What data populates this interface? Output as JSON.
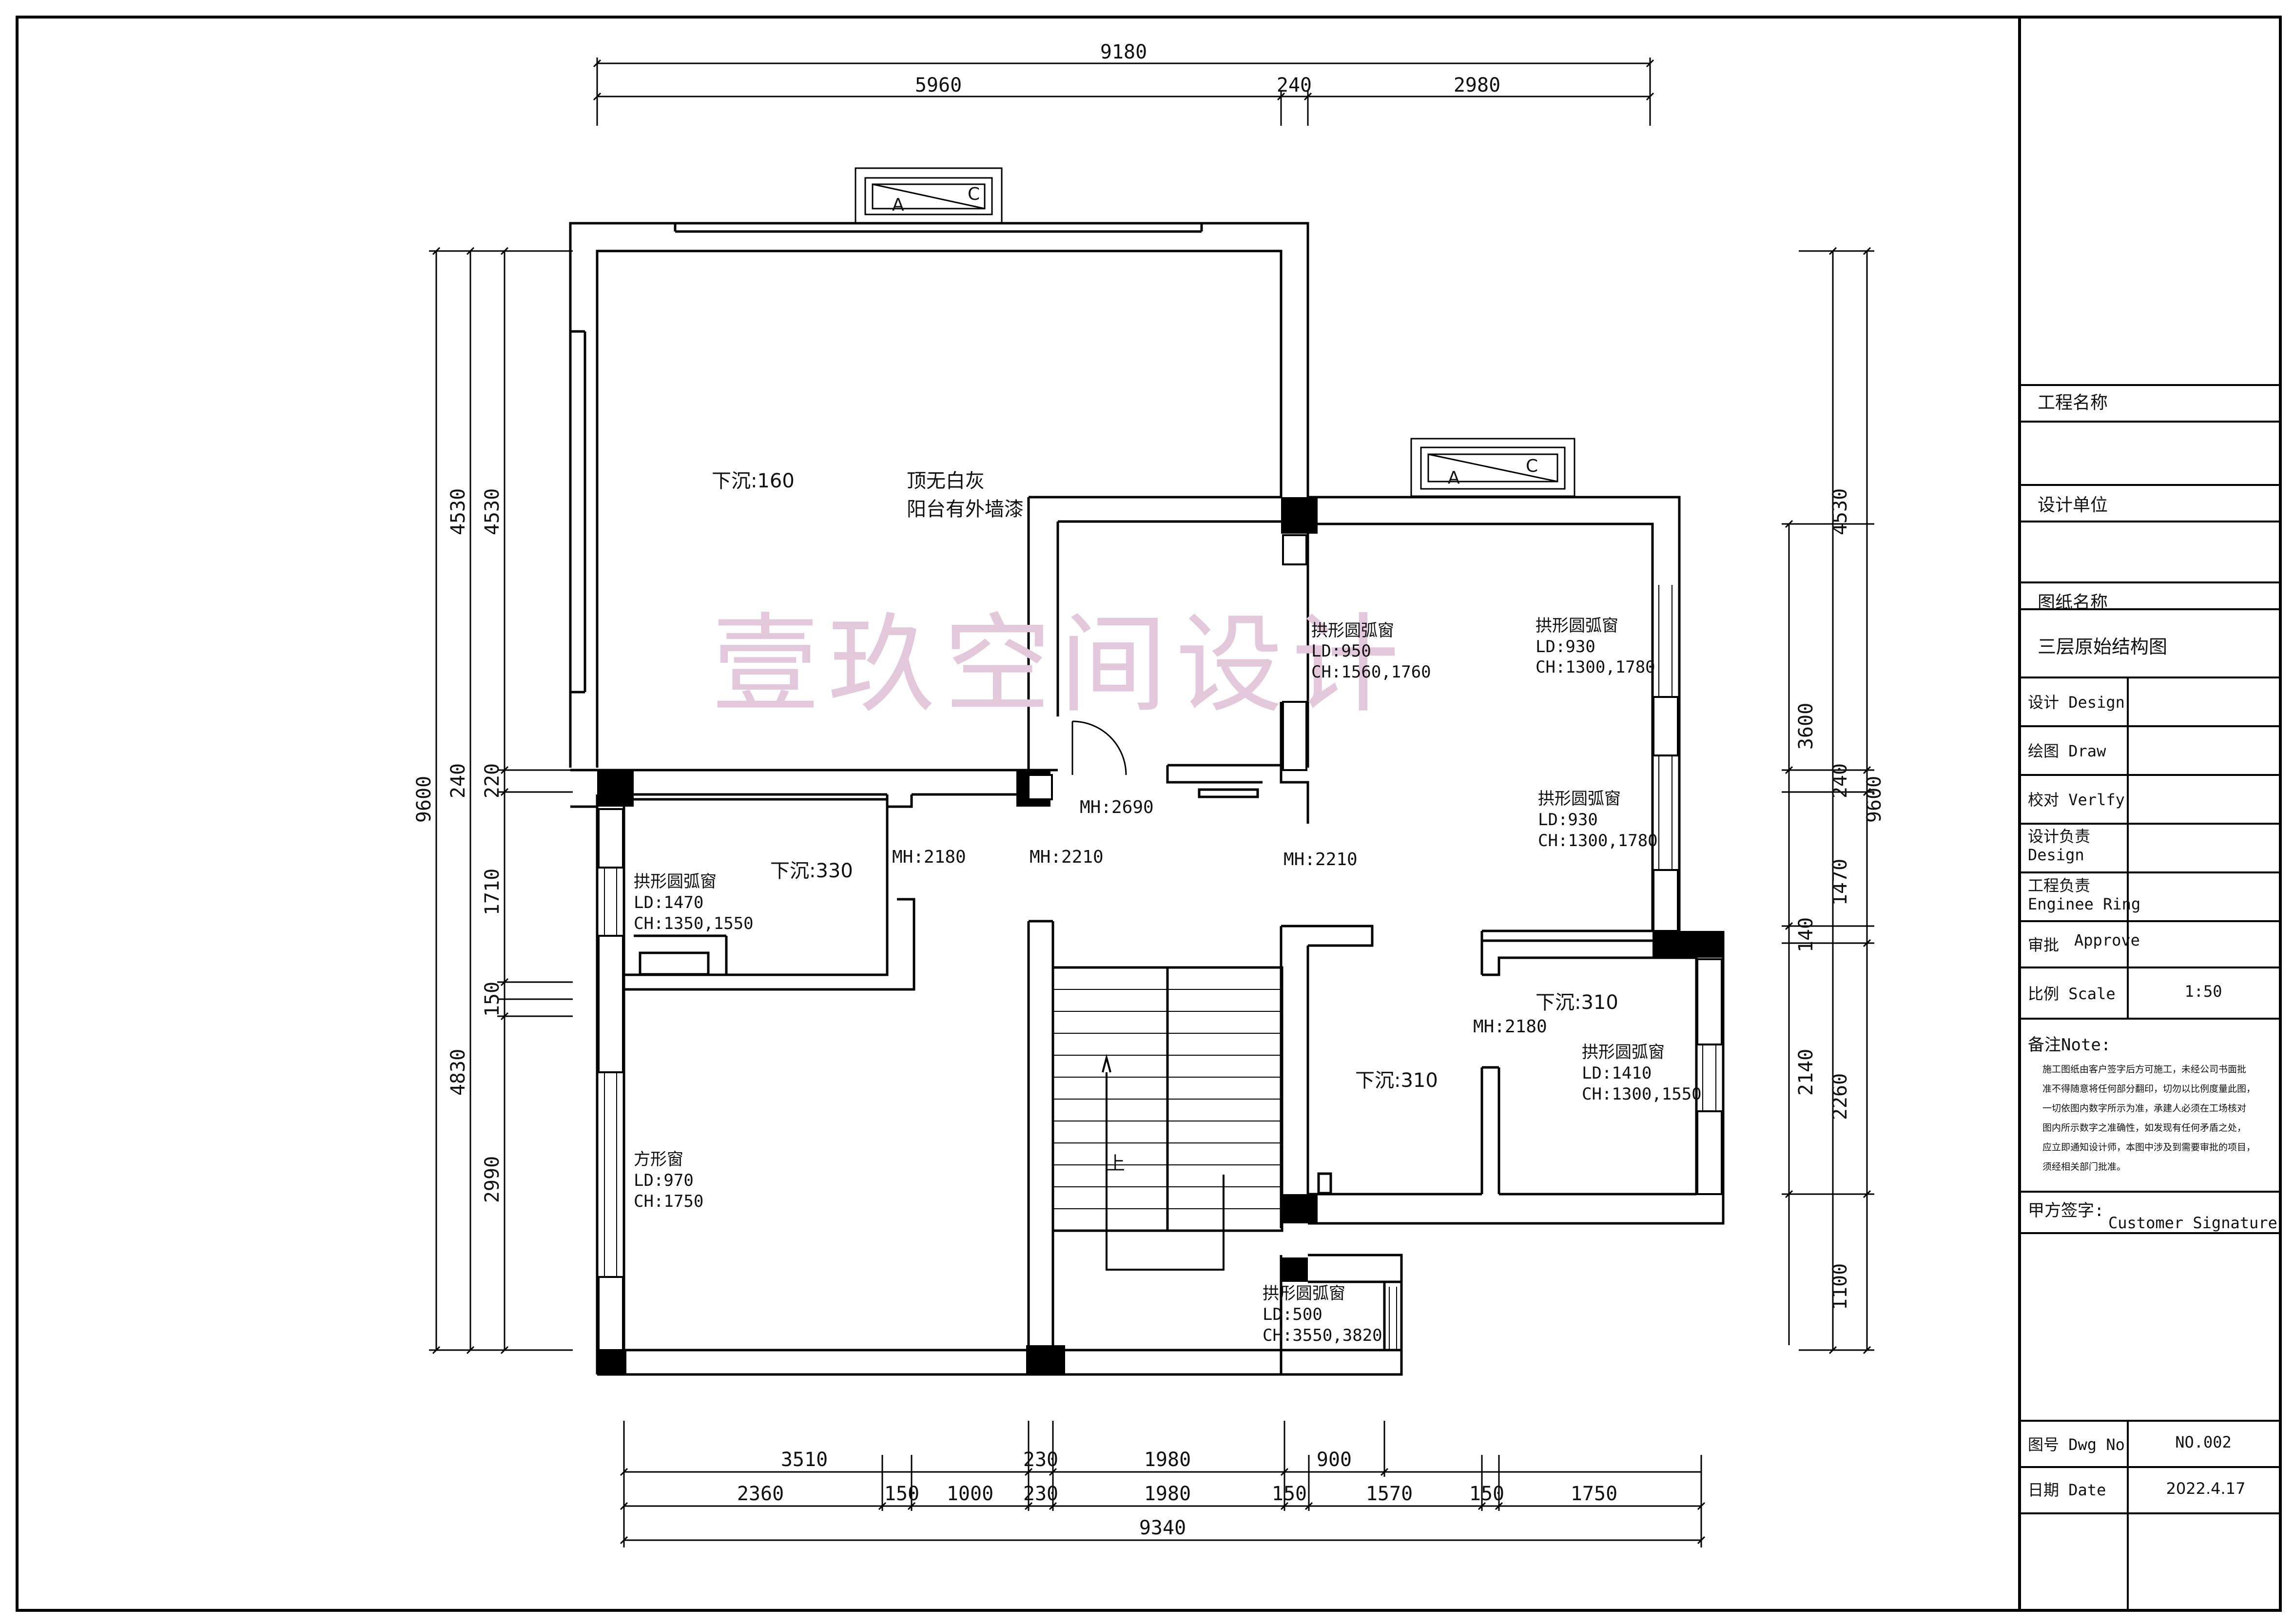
{
  "dims": {
    "top_total": "9180",
    "top_a": "5960",
    "top_b": "240",
    "top_c": "2980",
    "left_total": "9600",
    "left_a1": "4530",
    "left_a2": "4530",
    "left_b": "240",
    "left_c": "220",
    "left_d": "1710",
    "left_e": "150",
    "left_f": "4830",
    "left_g": "2990",
    "right_total": "9600",
    "right_a1": "4530",
    "right_a2": "3600",
    "right_b": "240",
    "right_c": "1470",
    "right_d": "140",
    "right_e1": "2140",
    "right_e2": "2260",
    "right_f": "1100",
    "bot1_a": "3510",
    "bot1_b": "230",
    "bot1_c": "1980",
    "bot1_d": "900",
    "bot2_a": "2360",
    "bot2_b": "150",
    "bot2_c": "1000",
    "bot2_d": "230",
    "bot2_e": "1980",
    "bot2_f": "150",
    "bot2_g": "1570",
    "bot2_h": "150",
    "bot2_i": "1750",
    "bot_total": "9340"
  },
  "ac_label_a": "A",
  "ac_label_c": "C",
  "labels": {
    "sink_top": "下沉:160",
    "ceiling_note_1": "顶无白灰",
    "ceiling_note_2": "阳台有外墙漆",
    "sink_330": "下沉:330",
    "sink_310_right": "下沉:310",
    "sink_310_center": "下沉:310",
    "mh_2690": "MH:2690",
    "mh_2180_left": "MH:2180",
    "mh_2210_left": "MH:2210",
    "mh_2210_right": "MH:2210",
    "mh_2180_right": "MH:2180",
    "stairs_up": "上"
  },
  "windows": [
    {
      "name": "拱形圆弧窗",
      "ld": "LD:950",
      "ch": "CH:1560,1760"
    },
    {
      "name": "拱形圆弧窗",
      "ld": "LD:930",
      "ch": "CH:1300,1780"
    },
    {
      "name": "拱形圆弧窗",
      "ld": "LD:930",
      "ch": "CH:1300,1780"
    },
    {
      "name": "拱形圆弧窗",
      "ld": "LD:1470",
      "ch": "CH:1350,1550"
    },
    {
      "name": "拱形圆弧窗",
      "ld": "LD:1410",
      "ch": "CH:1300,1550"
    },
    {
      "name": "方形窗",
      "ld": "LD:970",
      "ch": "CH:1750"
    },
    {
      "name": "拱形圆弧窗",
      "ld": "LD:500",
      "ch": "CH:3550,3820"
    }
  ],
  "watermark": "壹玖空间设计",
  "title_block": {
    "project_name": "工程名称",
    "design_unit": "设计单位",
    "drawing_name_label": "图纸名称",
    "drawing_name": "三层原始结构图",
    "design": "设计 Design",
    "draw": "绘图 Draw",
    "verify": "校对 Verlfy",
    "design_lead_1": "设计负责",
    "design_lead_2": "Design",
    "eng_lead_1": "工程负责",
    "eng_lead_2": "Enginee Ring",
    "approve_1": "审批",
    "approve_2": "Approve",
    "scale_label": "比例  Scale",
    "scale_value": "1:50",
    "note_label": "备注Note:",
    "note_lines": [
      "施工图纸由客户签字后方可施工，未经公司书面批",
      "准不得随意将任何部分翻印，切勿以比例度量此图，",
      "一切依图内数字所示为准，承建人必须在工场核对",
      "图内所示数字之准确性，如发现有任何矛盾之处，",
      "应立即通知设计师，本图中涉及到需要审批的项目，",
      "须经相关部门批准。"
    ],
    "sign_label": "甲方签字:",
    "sign_en": "Customer Signature",
    "dwg_label": "图号  Dwg No",
    "dwg_value": "NO.002",
    "date_label": "日期    Date",
    "date_value": "2022.4.17"
  }
}
